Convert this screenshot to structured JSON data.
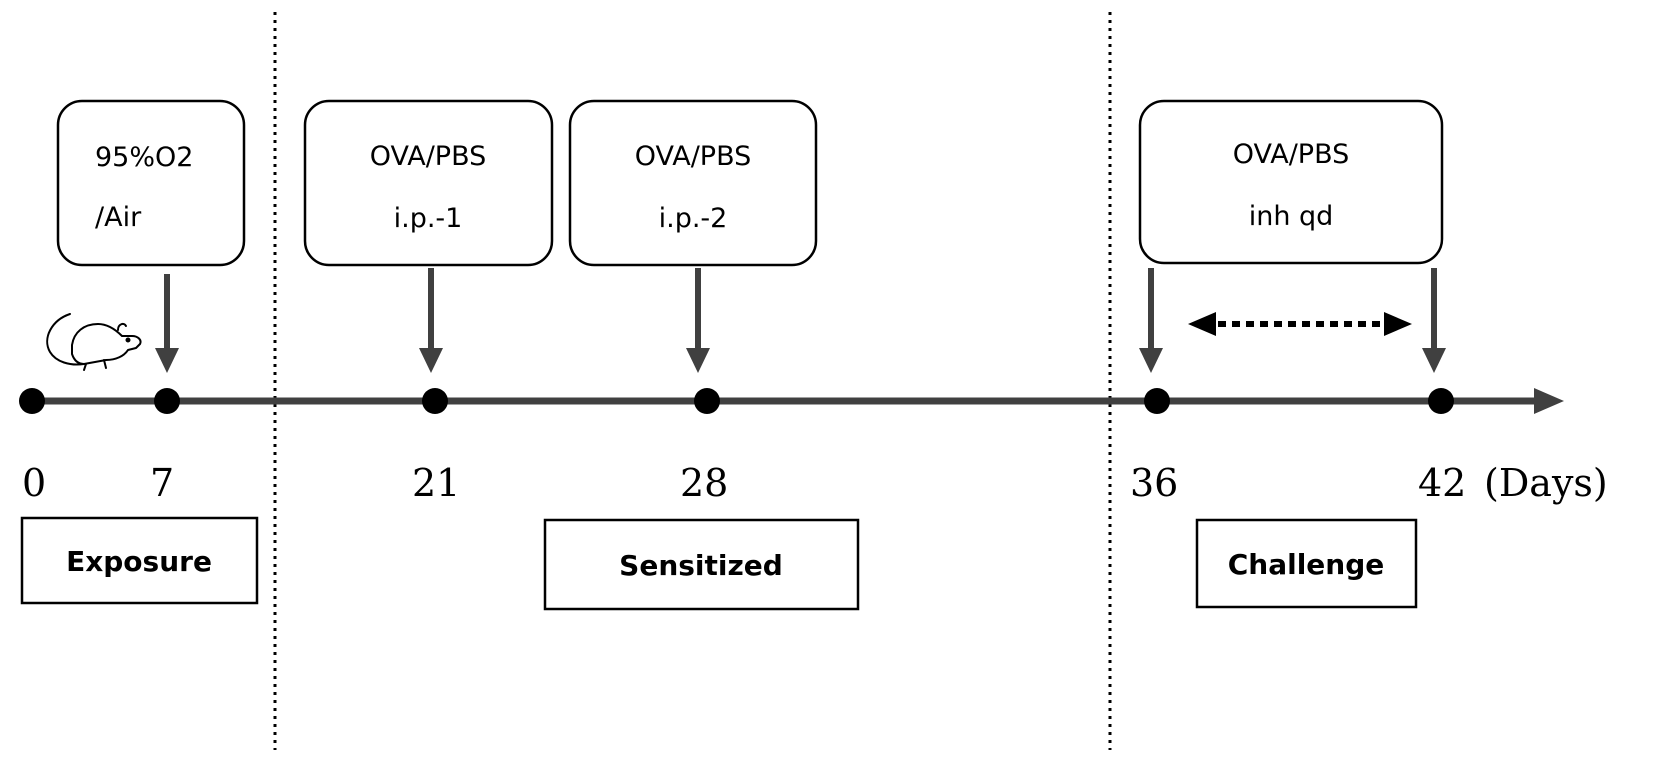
{
  "intervention_boxes": [
    {
      "line1": "95%O2",
      "line2": "/Air"
    },
    {
      "line1": "OVA/PBS",
      "line2": "i.p.-1"
    },
    {
      "line1": "OVA/PBS",
      "line2": "i.p.-2"
    },
    {
      "line1": "OVA/PBS",
      "line2": "inh qd"
    }
  ],
  "days": [
    "0",
    "7",
    "21",
    "28",
    "36",
    "42"
  ],
  "days_unit": "(Days)",
  "phases": [
    "Exposure",
    "Sensitized",
    "Challenge"
  ],
  "icons": {
    "animal": "mouse-icon"
  },
  "colors": {
    "line": "#404040",
    "dot": "#000000",
    "box_border": "#000000"
  }
}
